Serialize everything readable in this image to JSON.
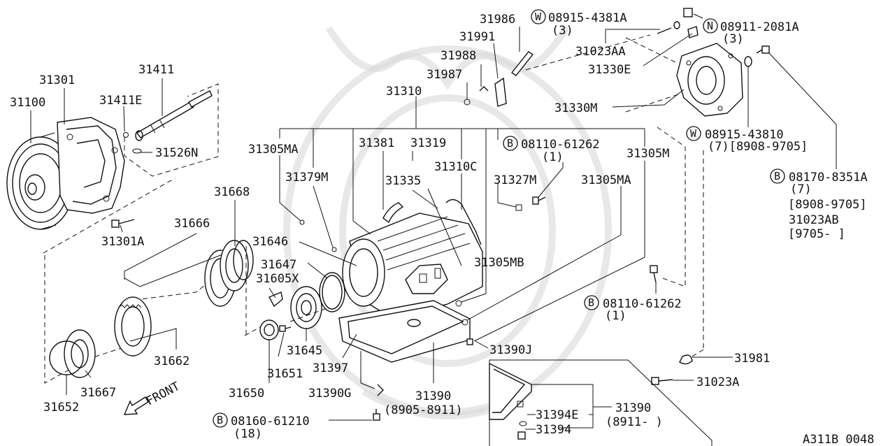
{
  "diagram_code": "A311B 0048",
  "front_label": "FRONT",
  "part_labels": {
    "p31100": "31100",
    "p31301": "31301",
    "p31411": "31411",
    "p31411e": "31411E",
    "p31526n": "31526N",
    "p31301a": "31301A",
    "p31668": "31668",
    "p31666": "31666",
    "p31662": "31662",
    "p31667": "31667",
    "p31652": "31652",
    "p31646": "31646",
    "p31647": "31647",
    "p31605x": "31605X",
    "p31645": "31645",
    "p31651": "31651",
    "p31650": "31650",
    "p31397": "31397",
    "p31390g": "31390G",
    "p31390a": "31390",
    "p31390a_range": "(8905-8911)",
    "p31390j": "31390J",
    "p31305ma_left": "31305MA",
    "p31379m": "31379M",
    "p31381": "31381",
    "p31319": "31319",
    "p31335": "31335",
    "p31310c": "31310C",
    "p31310": "31310",
    "p31327m": "31327M",
    "p31305ma_right": "31305MA",
    "p31305m": "31305M",
    "p31305mb": "31305MB",
    "p31986": "31986",
    "p31991": "31991",
    "p31988": "31988",
    "p31987": "31987",
    "p31023aa": "31023AA",
    "p31330e": "31330E",
    "p31330m": "31330M",
    "p31981": "31981",
    "p31023a": "31023A",
    "p31394e": "31394E",
    "p31394": "31394",
    "p31390b": "31390",
    "p31390b_range": "(8911-    )",
    "p31023ab": "31023AB",
    "p31023ab_range": "[9705-     ]"
  },
  "callouts": {
    "w1": {
      "badge": "W",
      "number": "08915-4381A",
      "qty": "(3)"
    },
    "n1": {
      "badge": "N",
      "number": "08911-2081A",
      "qty": "(3)"
    },
    "w2": {
      "badge": "W",
      "number": "08915-43810",
      "qty": "(7)[8908-9705]"
    },
    "b1": {
      "badge": "B",
      "number": "08110-61262",
      "qty": "(1)"
    },
    "b2": {
      "badge": "B",
      "number": "08170-8351A",
      "qty": "(7)",
      "range": "[8908-9705]"
    },
    "b3": {
      "badge": "B",
      "number": "08110-61262",
      "qty": "(1)"
    },
    "b4": {
      "badge": "B",
      "number": "08160-61210",
      "qty": "(18)"
    }
  }
}
